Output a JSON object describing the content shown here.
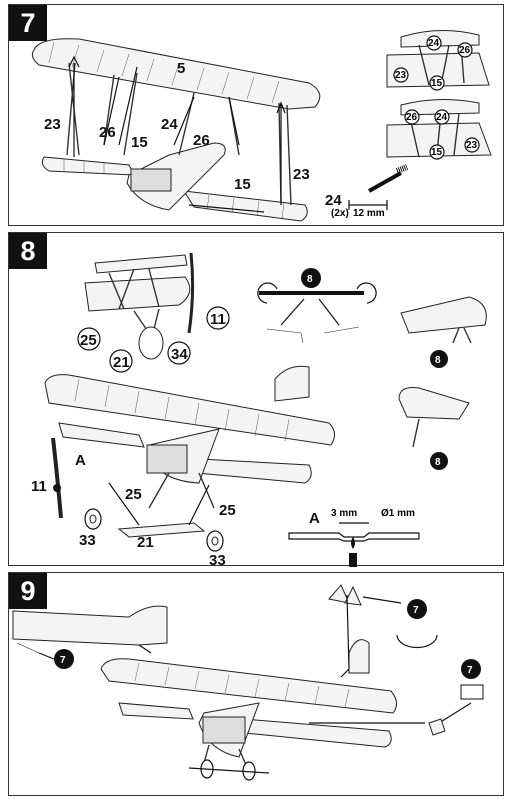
{
  "steps": [
    {
      "number": "7",
      "callouts": [
        "5",
        "23",
        "26",
        "15",
        "24",
        "26",
        "23",
        "15"
      ],
      "inset_labels_top": [
        "24",
        "26",
        "23",
        "15"
      ],
      "inset_labels_bottom": [
        "26",
        "24",
        "15",
        "23"
      ],
      "spec": {
        "part": "24",
        "qty": "(2x)",
        "length": "12 mm"
      }
    },
    {
      "number": "8",
      "callouts": [
        "11",
        "25",
        "21",
        "34",
        "A",
        "11",
        "25",
        "25",
        "33",
        "21",
        "33"
      ],
      "paint_ref": "8",
      "tail_refs": [
        "8",
        "8"
      ],
      "detail": {
        "label": "A",
        "length": "3 mm",
        "diameter": "Ø1 mm"
      }
    },
    {
      "number": "9",
      "paint_refs": [
        "7",
        "7",
        "7"
      ]
    }
  ]
}
